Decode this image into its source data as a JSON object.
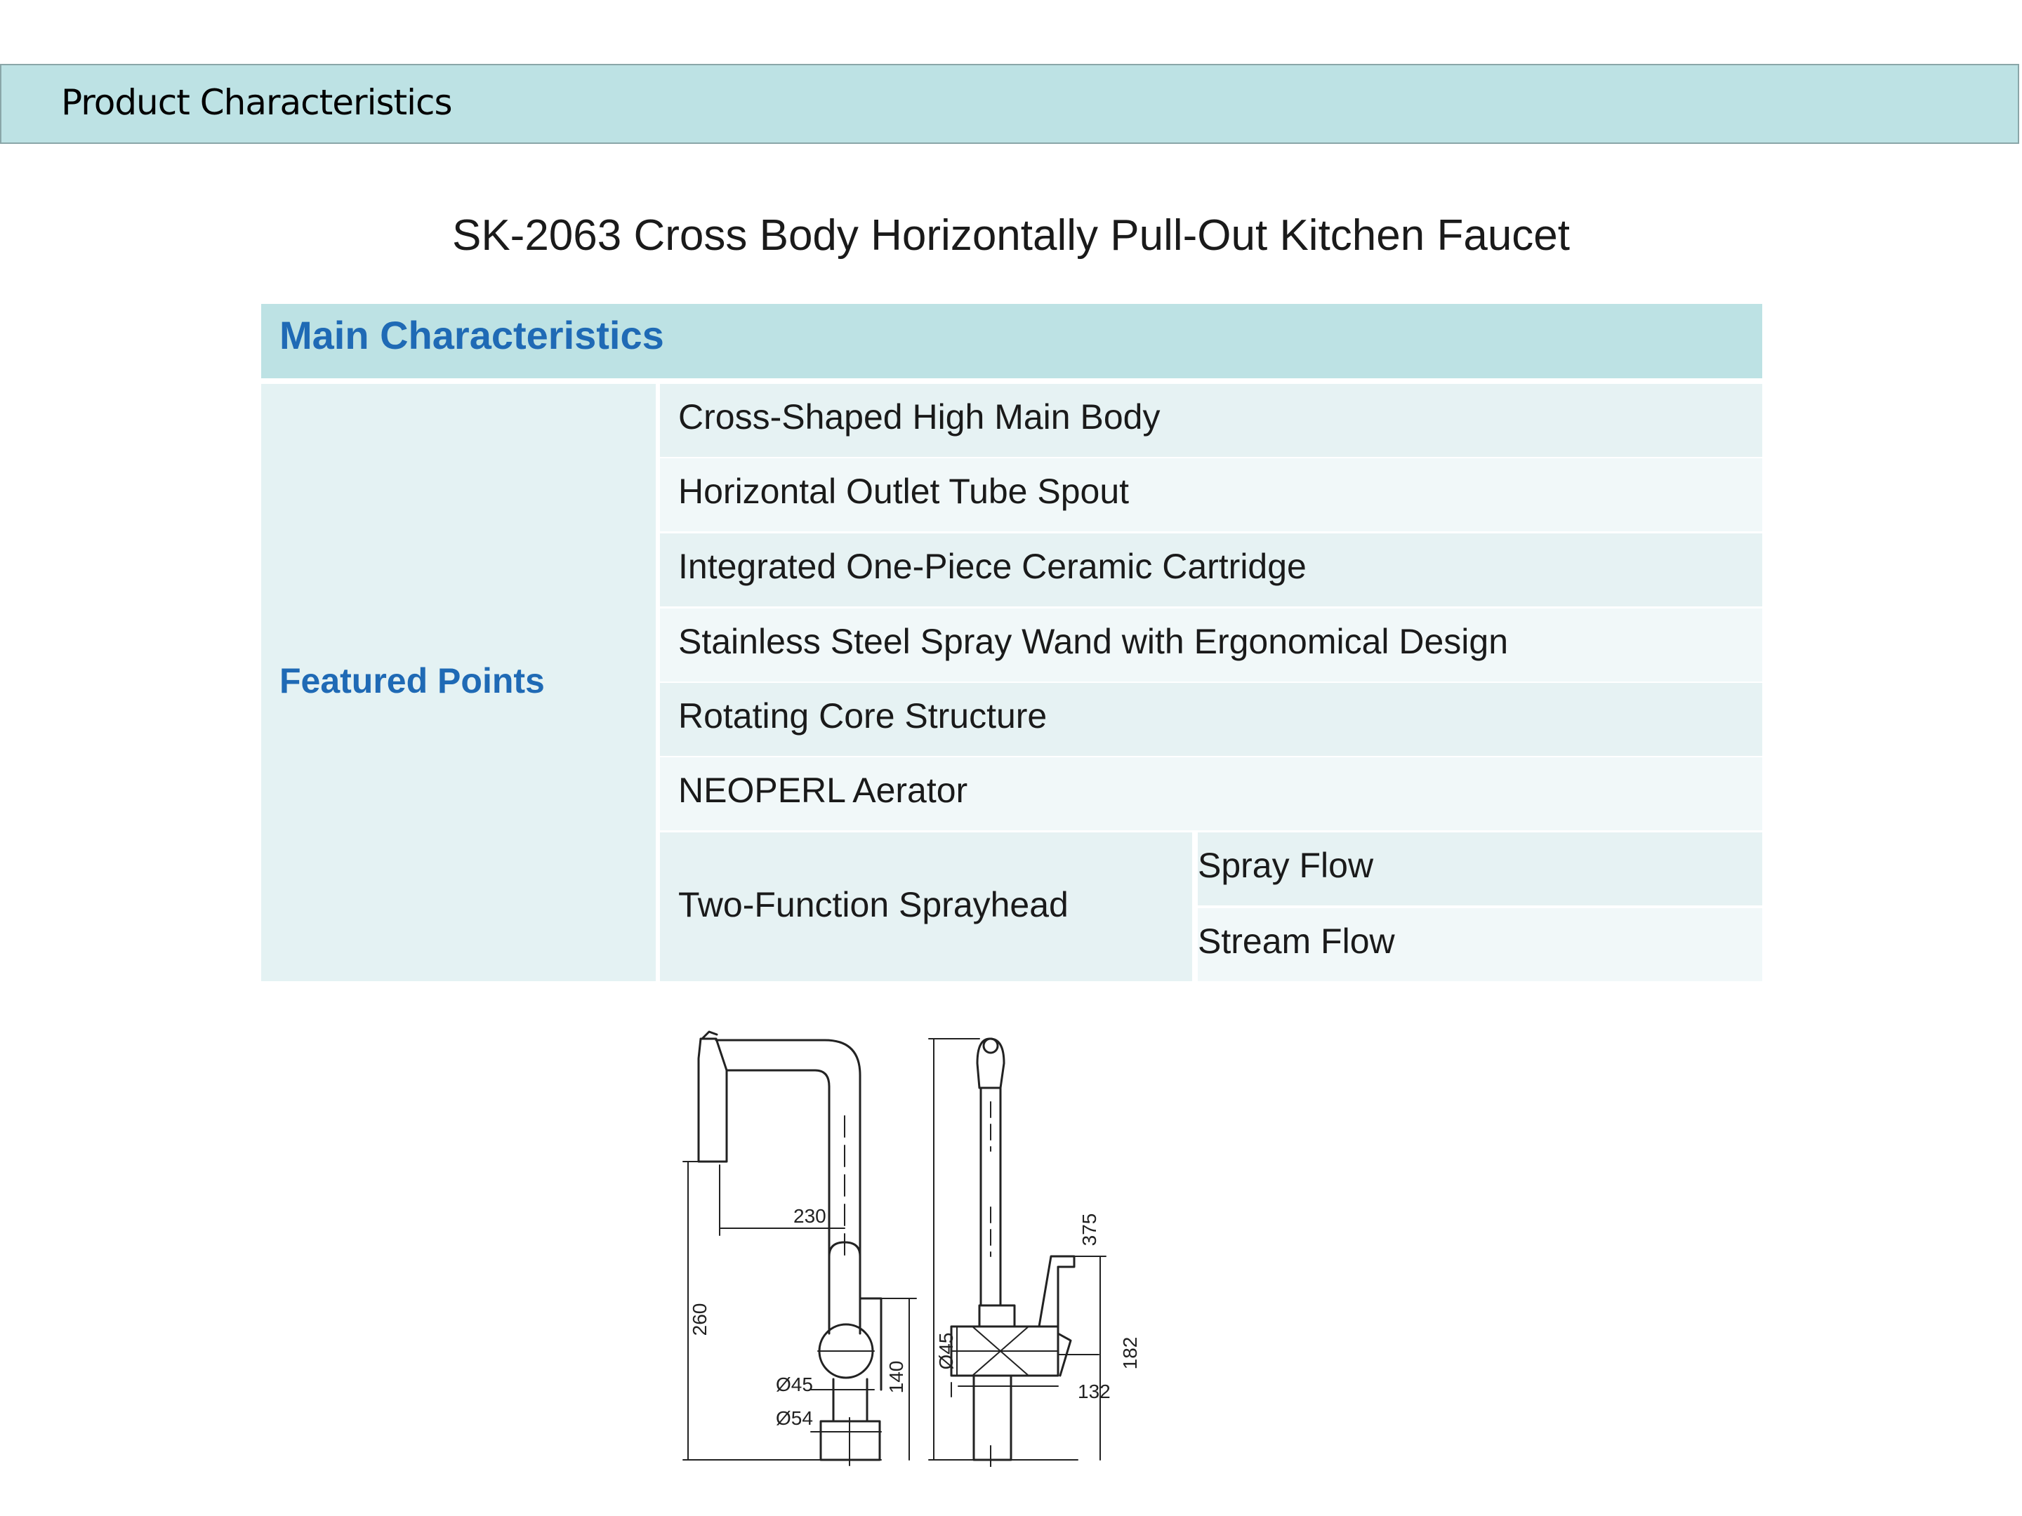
{
  "header": {
    "title": "Product Characteristics"
  },
  "product": {
    "title": "SK-2063 Cross Body Horizontally Pull-Out Kitchen Faucet"
  },
  "table": {
    "section_title": "Main Characteristics",
    "group_label": "Featured Points",
    "rows": [
      "Cross-Shaped High Main Body",
      "Horizontal Outlet Tube Spout",
      "Integrated One-Piece Ceramic Cartridge",
      "Stainless Steel Spray Wand with Ergonomical Design",
      "Rotating Core Structure",
      "NEOPERL Aerator"
    ],
    "sprayhead": {
      "label": "Two-Function Sprayhead",
      "options": [
        "Spray Flow",
        "Stream Flow"
      ]
    }
  },
  "drawing": {
    "dimensions": {
      "reach": "230",
      "spout_height": "260",
      "handle_height": "140",
      "body_dia": "Ø45",
      "base_dia": "Ø54",
      "total_height": "375",
      "side_dia": "Ø45",
      "handle_reach": "132",
      "side_height": "182"
    }
  }
}
